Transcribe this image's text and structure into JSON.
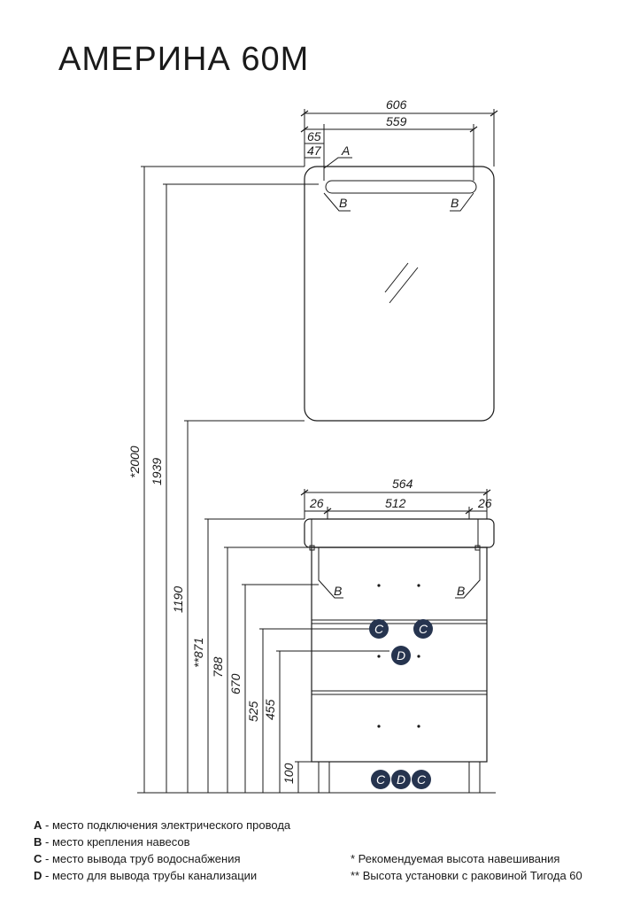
{
  "title": "АМЕРИНА 60М",
  "dimensions": {
    "mirror_width_outer": "606",
    "mirror_width_inner": "559",
    "offset_65": "65",
    "offset_47": "47",
    "cabinet_width": "564",
    "cabinet_inner": "512",
    "cabinet_side_left": "26",
    "cabinet_side_right": "26",
    "height_2000": "*2000",
    "height_1939": "1939",
    "height_1190": "1190",
    "height_871": "**871",
    "height_788": "788",
    "height_670": "670",
    "height_525": "525",
    "height_455": "455",
    "height_100": "100"
  },
  "markers": {
    "a": "A",
    "b": "B",
    "c": "C",
    "d": "D"
  },
  "legend": [
    {
      "key": "A",
      "text": " - место подключения электрического провода"
    },
    {
      "key": "B",
      "text": " - место крепления навесов"
    },
    {
      "key": "C",
      "text": " - место вывода труб водоснабжения"
    },
    {
      "key": "D",
      "text": " - место для вывода трубы канализации"
    }
  ],
  "notes": [
    "* Рекомендуемая высота навешивания",
    "** Высота установки с раковиной Тигода 60"
  ],
  "colors": {
    "line": "#1a1a1a",
    "marker_fill": "#26344f",
    "background": "#ffffff"
  }
}
